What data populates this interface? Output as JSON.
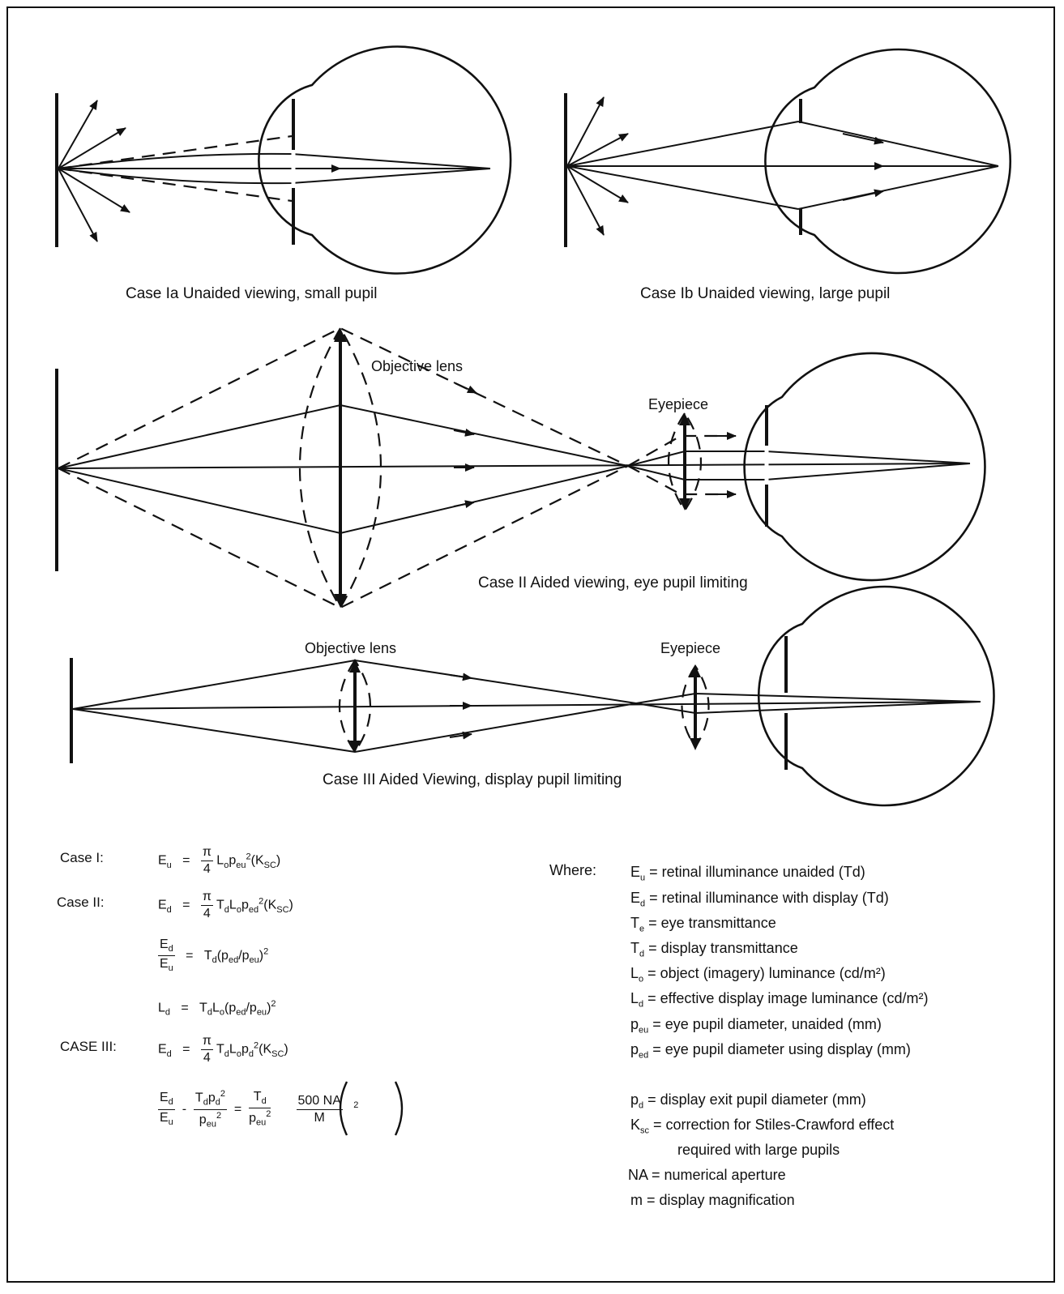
{
  "captions": {
    "case_ia": "Case Ia Unaided viewing, small pupil",
    "case_ib": "Case Ib Unaided viewing, large pupil",
    "case_ii": "Case II Aided viewing, eye pupil limiting",
    "case_iii": "Case III Aided Viewing, display pupil limiting"
  },
  "labels": {
    "objective_lens": "Objective lens",
    "eyepiece": "Eyepiece"
  },
  "equations": {
    "case_i_label": "Case I:",
    "case_ii_label": "Case II:",
    "case_iii_label": "CASE III:",
    "equals": "="
  },
  "legend": {
    "title": "Where:",
    "definitions": [
      {
        "symbol": "E",
        "sub": "u",
        "text": "= retinal illuminance unaided (Td)"
      },
      {
        "symbol": "E",
        "sub": "d",
        "text": "= retinal illuminance with display (Td)"
      },
      {
        "symbol": "T",
        "sub": "e",
        "text": "= eye transmittance"
      },
      {
        "symbol": "T",
        "sub": "d",
        "text": "= display transmittance"
      },
      {
        "symbol": "L",
        "sub": "o",
        "text": "= object (imagery) luminance (cd/m²)"
      },
      {
        "symbol": "L",
        "sub": "d",
        "text": "= effective display image luminance (cd/m²)"
      },
      {
        "symbol": "p",
        "sub": "eu",
        "text": "= eye pupil diameter, unaided (mm)"
      },
      {
        "symbol": "p",
        "sub": "ed",
        "text": "= eye pupil diameter using display (mm)"
      },
      {
        "symbol": "p",
        "sub": "d",
        "text": "= display exit pupil diameter (mm)"
      },
      {
        "symbol": "K",
        "sub": "sc",
        "text": "= correction for Stiles-Crawford effect"
      },
      {
        "symbol": "",
        "sub": "",
        "text": "required with large pupils"
      },
      {
        "symbol": "NA",
        "sub": "",
        "text": "= numerical aperture"
      },
      {
        "symbol": "m",
        "sub": "",
        "text": "= display magnification"
      }
    ]
  }
}
